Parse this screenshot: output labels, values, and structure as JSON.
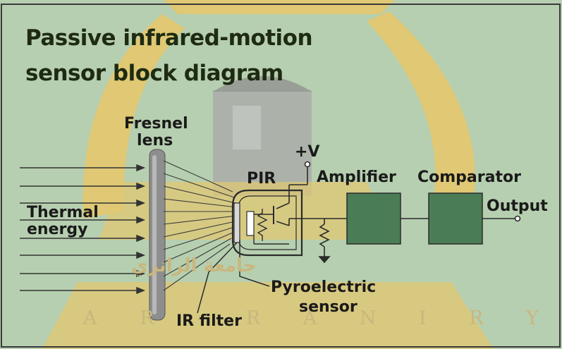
{
  "title": {
    "line1": "Passive infrared-motion",
    "line2": "sensor block diagram"
  },
  "labels": {
    "fresnel_lens_1": "Fresnel",
    "fresnel_lens_2": "lens",
    "supply": "+V",
    "pir": "PIR",
    "amplifier": "Amplifier",
    "comparator": "Comparator",
    "output": "Output",
    "thermal_1": "Thermal",
    "thermal_2": "energy",
    "pyro_1": "Pyroelectric",
    "pyro_2": "sensor",
    "ir_filter": "IR filter"
  },
  "watermark": {
    "arabic": "جامعة الرانري",
    "latin": "AR-RANIRY",
    "latin_display": "A R - R A N I R Y"
  },
  "colors": {
    "background": "#b6cfb0",
    "block_fill": "#4a7d56",
    "line": "#2b2b2b",
    "watermark": "#e8c76a",
    "title": "#1e2b12"
  }
}
